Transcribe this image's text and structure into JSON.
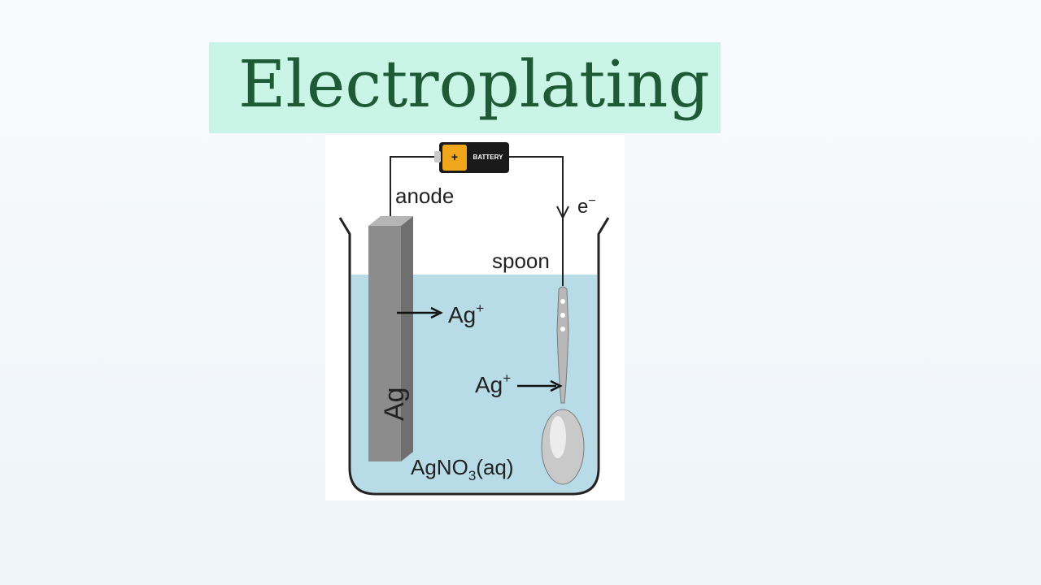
{
  "title": "Electroplating",
  "diagram": {
    "battery_label": "BATTERY",
    "battery_plus": "+",
    "anode_label": "anode",
    "electron_label": "e",
    "electron_sup": "−",
    "spoon_label": "spoon",
    "ion_label_1": "Ag",
    "ion_label_1_sup": "+",
    "ion_label_2": "Ag",
    "ion_label_2_sup": "+",
    "electrode_label": "Ag",
    "solution_label_main": "AgNO",
    "solution_label_sub": "3",
    "solution_label_tail": "(aq)",
    "colors": {
      "solution": "#b7dce8",
      "electrode": "#8c8c8c",
      "battery_body": "#1a1a1a",
      "battery_cap": "#f1a71c"
    }
  }
}
